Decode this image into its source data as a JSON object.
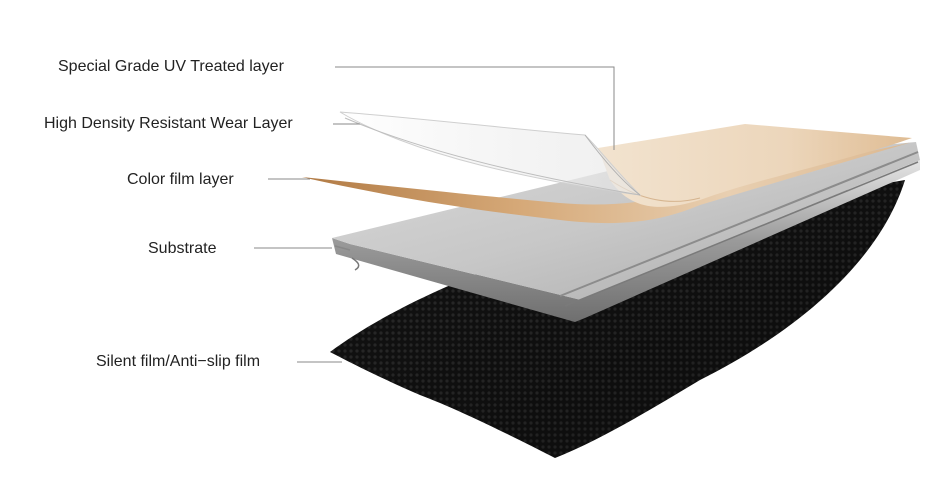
{
  "layers": [
    {
      "id": "uv",
      "label": "Special Grade UV Treated layer"
    },
    {
      "id": "wear",
      "label": "High Density Resistant Wear Layer"
    },
    {
      "id": "color",
      "label": "Color film layer"
    },
    {
      "id": "substrate",
      "label": "Substrate"
    },
    {
      "id": "silent",
      "label": "Silent film/Anti−slip film"
    }
  ],
  "colors": {
    "text": "#222222",
    "leader": "#8a8a8a",
    "wood_light": "#e9d2b6",
    "wood_dark": "#b98650",
    "substrate": "#c8c8c8",
    "film": "#111111"
  }
}
